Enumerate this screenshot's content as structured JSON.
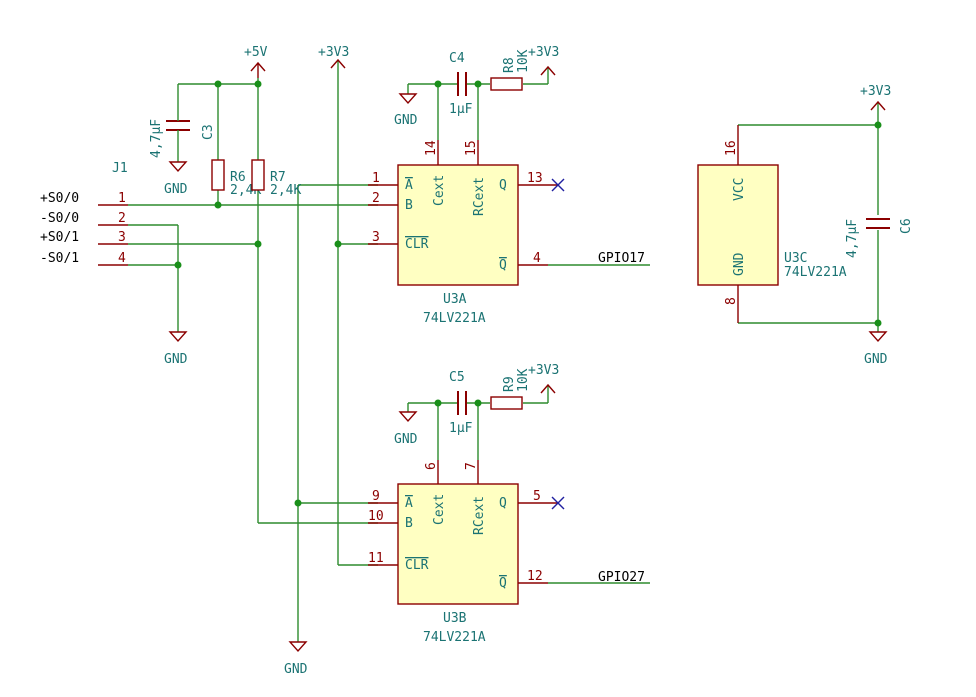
{
  "connector": {
    "ref": "J1",
    "pins": [
      {
        "num": "1",
        "net": "+S0/0"
      },
      {
        "num": "2",
        "net": "-S0/0"
      },
      {
        "num": "3",
        "net": "+S0/1"
      },
      {
        "num": "4",
        "net": "-S0/1"
      }
    ]
  },
  "power": {
    "p5v": "+5V",
    "p3v3": "+3V3",
    "gnd": "GND"
  },
  "caps": {
    "c3": {
      "ref": "C3",
      "value": "4,7µF"
    },
    "c4": {
      "ref": "C4",
      "value": "1µF"
    },
    "c5": {
      "ref": "C5",
      "value": "1µF"
    },
    "c6": {
      "ref": "C6",
      "value": "4,7µF"
    }
  },
  "resistors": {
    "r6": {
      "ref": "R6",
      "value": "2,4K"
    },
    "r7": {
      "ref": "R7",
      "value": "2,4K"
    },
    "r8": {
      "ref": "R8",
      "value": "10K"
    },
    "r9": {
      "ref": "R9",
      "value": "10K"
    }
  },
  "u3a": {
    "ref": "U3A",
    "part": "74LV221A",
    "pins": {
      "a": "A",
      "b": "B",
      "clr": "CLR",
      "cext": "Cext",
      "rcext": "RCext",
      "q": "Q",
      "qn": "Q"
    },
    "nums": {
      "a": "1",
      "b": "2",
      "clr": "3",
      "cext": "14",
      "rcext": "15",
      "q": "13",
      "qn": "4"
    },
    "out_net": "GPIO17"
  },
  "u3b": {
    "ref": "U3B",
    "part": "74LV221A",
    "pins": {
      "a": "A",
      "b": "B",
      "clr": "CLR",
      "cext": "Cext",
      "rcext": "RCext",
      "q": "Q",
      "qn": "Q"
    },
    "nums": {
      "a": "9",
      "b": "10",
      "clr": "11",
      "cext": "6",
      "rcext": "7",
      "q": "5",
      "qn": "12"
    },
    "out_net": "GPIO27"
  },
  "u3c": {
    "ref": "U3C",
    "part": "74LV221A",
    "pins": {
      "vcc": "VCC",
      "gnd": "GND"
    },
    "nums": {
      "vcc": "16",
      "gnd": "8"
    }
  },
  "colors": {
    "wire": "#2e8b2e",
    "symbol": "#8b0000",
    "body_fill": "#ffffc2",
    "label": "#1b7373"
  }
}
